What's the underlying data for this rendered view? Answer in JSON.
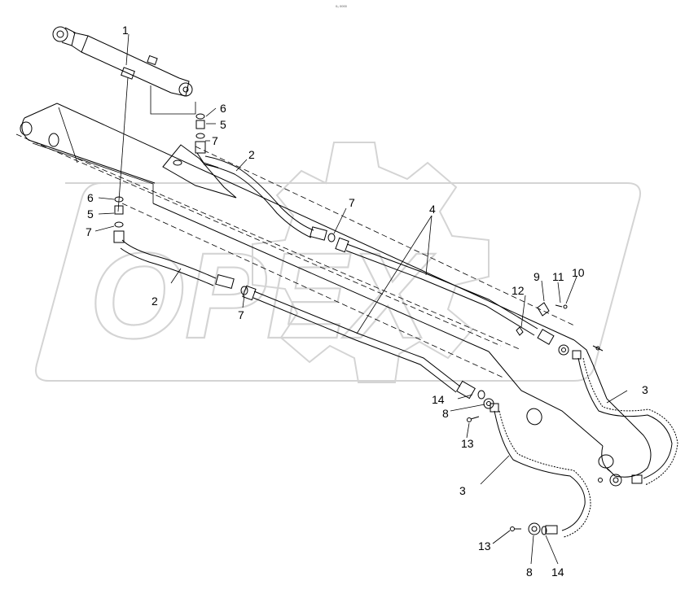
{
  "watermark": {
    "brand": "OPEX"
  },
  "header_code": "0₀ 0000",
  "callouts": [
    {
      "id": "c1",
      "text": "1"
    },
    {
      "id": "c2a",
      "text": "2"
    },
    {
      "id": "c2b",
      "text": "2"
    },
    {
      "id": "c3a",
      "text": "3"
    },
    {
      "id": "c3b",
      "text": "3"
    },
    {
      "id": "c4",
      "text": "4"
    },
    {
      "id": "c5a",
      "text": "5"
    },
    {
      "id": "c5b",
      "text": "5"
    },
    {
      "id": "c6a",
      "text": "6"
    },
    {
      "id": "c6b",
      "text": "6"
    },
    {
      "id": "c7a",
      "text": "7"
    },
    {
      "id": "c7b",
      "text": "7"
    },
    {
      "id": "c7c",
      "text": "7"
    },
    {
      "id": "c7d",
      "text": "7"
    },
    {
      "id": "c8a",
      "text": "8"
    },
    {
      "id": "c8b",
      "text": "8"
    },
    {
      "id": "c9",
      "text": "9"
    },
    {
      "id": "c10",
      "text": "10"
    },
    {
      "id": "c11",
      "text": "11"
    },
    {
      "id": "c12",
      "text": "12"
    },
    {
      "id": "c13a",
      "text": "13"
    },
    {
      "id": "c13b",
      "text": "13"
    },
    {
      "id": "c14a",
      "text": "14"
    },
    {
      "id": "c14b",
      "text": "14"
    }
  ],
  "colors": {
    "line": "#000000",
    "watermark": "#d4d4d4",
    "background": "#ffffff"
  }
}
